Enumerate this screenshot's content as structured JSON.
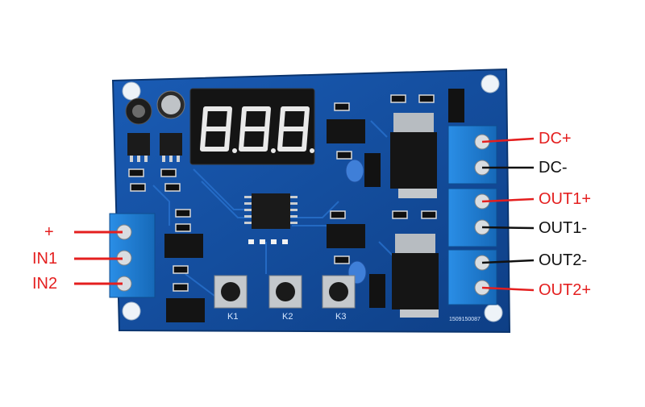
{
  "photo": {
    "subject": "dual-channel MOS relay timer module",
    "display_reading": "8.8.8.",
    "buttons": [
      "K1",
      "K2",
      "K3"
    ],
    "serial": "1509150087"
  },
  "labels": {
    "plus": "+",
    "in1": "IN1",
    "in2": "IN2",
    "dc_plus": "DC+",
    "dc_minus": "DC-",
    "out1_plus": "OUT1+",
    "out1_minus": "OUT1-",
    "out2_minus": "OUT2-",
    "out2_plus": "OUT2+"
  },
  "colors": {
    "pcb": "#114a9a",
    "terminal": "#1e7fd6",
    "lead_red": "#e41f1f",
    "lead_black": "#111111",
    "display_segment": "#e9e9e9"
  }
}
